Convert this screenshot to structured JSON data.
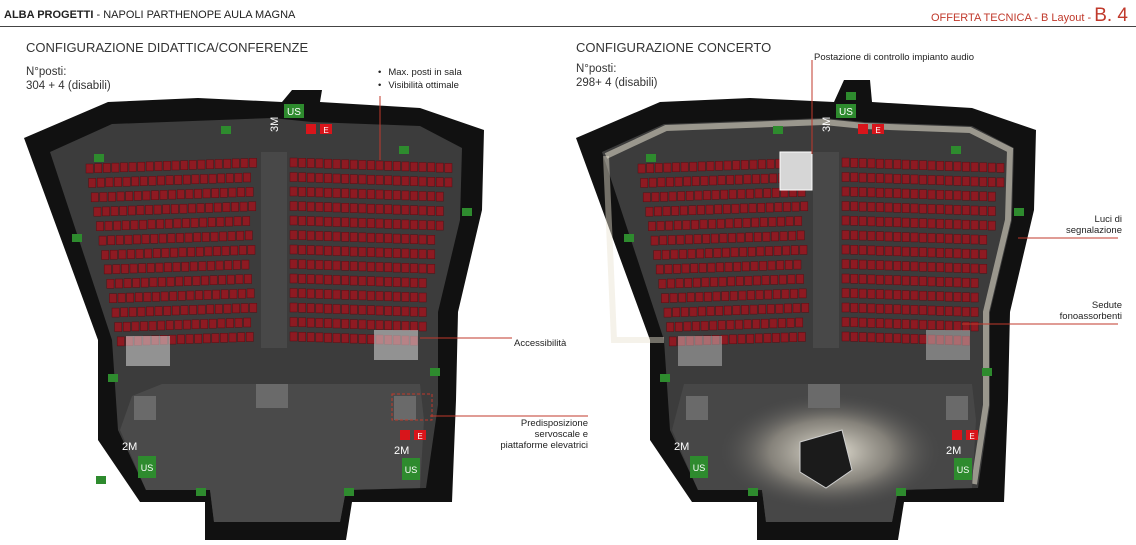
{
  "header": {
    "brand": "ALBA PROGETTI",
    "project": " - NAPOLI PARTHENOPE AULA MAGNA",
    "offer_prefix": "OFFERTA TECNICA - B Layout - ",
    "section": "B. 4"
  },
  "left_plan": {
    "title": "CONFIGURAZIONE DIDATTICA/CONFERENZE",
    "posti_label": "N°posti:",
    "posti_value": "304 + 4 (disabili)",
    "bullets": [
      "Max. posti in sala",
      "Visibilità ottimale"
    ],
    "annotations": {
      "accessibility": "Accessibilità",
      "lift_1": "Predisposizione",
      "lift_2": "servoscale e",
      "lift_3": "piattaforme elevatrici"
    },
    "exit_upper": "3M",
    "exit_lower_left": "2M",
    "exit_lower_right": "2M",
    "us_label": "US",
    "e_label": "E"
  },
  "right_plan": {
    "title": "CONFIGURAZIONE CONCERTO",
    "posti_label": "N°posti:",
    "posti_value": "298+ 4 (disabili)",
    "annotations": {
      "audio": "Postazione di controllo impianto audio",
      "lights_1": "Luci di",
      "lights_2": "segnalazione",
      "seats_1": "Sedute",
      "seats_2": "fonoassorbenti"
    },
    "exit_upper": "3M",
    "exit_lower_left": "2M",
    "exit_lower_right": "2M",
    "us_label": "US",
    "e_label": "E"
  },
  "colors": {
    "accent_red": "#c0392b",
    "seat_red": "#8e1a22",
    "floor_dark": "#3c3c3c",
    "wall": "#111111",
    "exit_green": "#2e8b2e",
    "light_glow": "#e8e2d0"
  }
}
